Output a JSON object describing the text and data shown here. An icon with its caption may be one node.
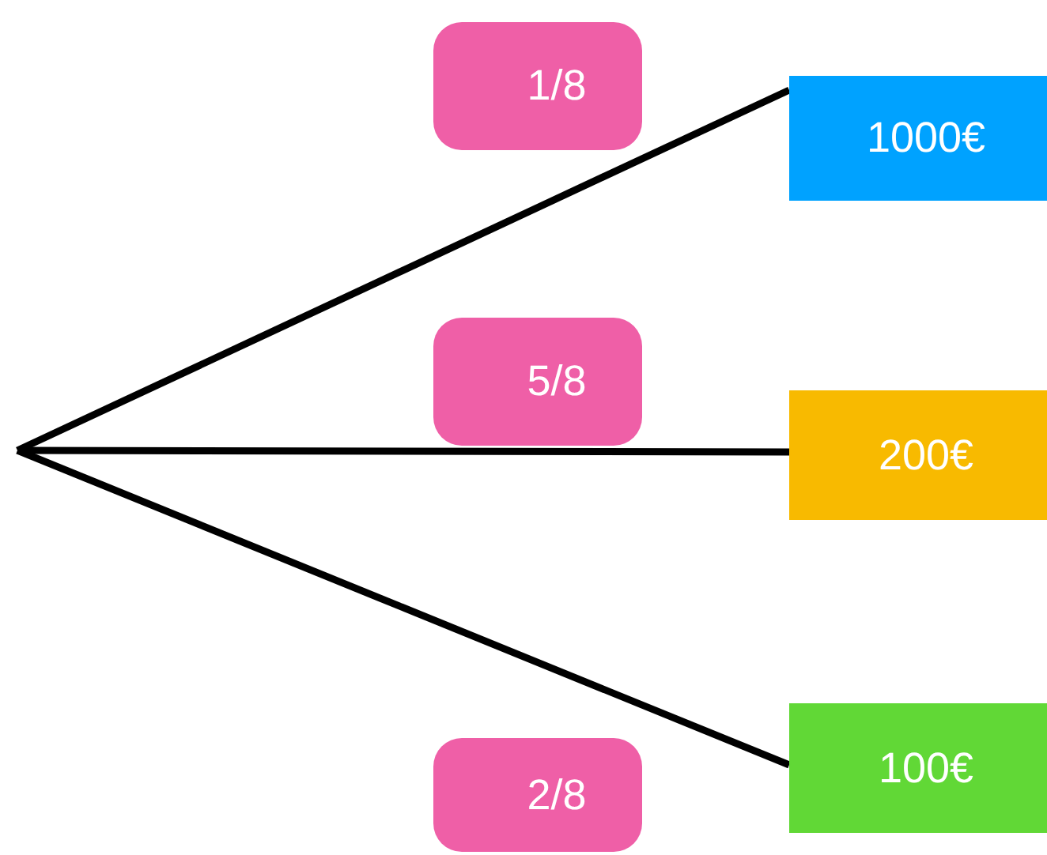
{
  "diagram": {
    "nodes": [
      {
        "text": [
          "1/8"
        ]
      },
      {
        "text": [
          "1000€"
        ]
      },
      {
        "text": [
          "5/8"
        ]
      },
      {
        "text": [
          "200€"
        ]
      },
      {
        "text": [
          "2/8"
        ]
      },
      {
        "text": [
          "100€"
        ]
      }
    ],
    "edges": [
      {
        "from": null,
        "to": 1,
        "arrow": "none"
      },
      {
        "from": null,
        "to": 3,
        "arrow": "none"
      },
      {
        "from": null,
        "to": 5,
        "arrow": "none"
      }
    ]
  }
}
